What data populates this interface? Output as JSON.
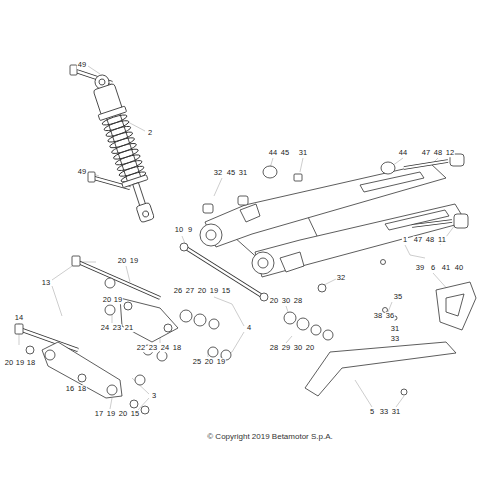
{
  "diagram": {
    "labels": [
      "49",
      "2",
      "49",
      "44",
      "45",
      "31",
      "32",
      "45",
      "31",
      "44",
      "47",
      "48",
      "12",
      "10",
      "9",
      "20",
      "19",
      "1",
      "47",
      "48",
      "11",
      "39",
      "6",
      "41",
      "40",
      "13",
      "20",
      "19",
      "26",
      "27",
      "20",
      "19",
      "15",
      "20",
      "30",
      "28",
      "32",
      "35",
      "38",
      "36",
      "31",
      "33",
      "14",
      "24",
      "23",
      "21",
      "4",
      "22",
      "23",
      "24",
      "18",
      "28",
      "29",
      "30",
      "20",
      "20",
      "19",
      "18",
      "25",
      "20",
      "19",
      "16",
      "18",
      "3",
      "17",
      "19",
      "20",
      "15",
      "5",
      "33",
      "31",
      "© Copyright 2019 Betamotor S.p.A."
    ]
  }
}
